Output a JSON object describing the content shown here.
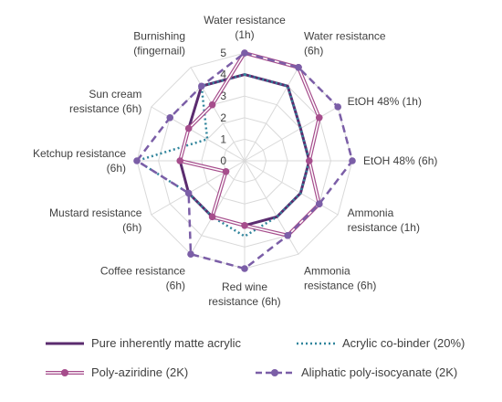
{
  "chart_data": {
    "type": "radar",
    "title": "",
    "rlim": [
      0,
      5
    ],
    "radial_ticks": [
      "0",
      "1",
      "2",
      "3",
      "4",
      "5"
    ],
    "grid": true,
    "legend_position": "bottom",
    "axes": [
      [
        "Water resistance",
        "(1h)"
      ],
      [
        "Water resistance",
        "(6h)"
      ],
      [
        "EtOH 48% (1h)"
      ],
      [
        "EtOH 48% (6h)"
      ],
      [
        "Ammonia",
        "resistance (1h)"
      ],
      [
        "Ammonia",
        "resistance (6h)"
      ],
      [
        "Red wine",
        "resistance (6h)"
      ],
      [
        "Coffee resistance",
        "(6h)"
      ],
      [
        "Mustard resistance",
        "(6h)"
      ],
      [
        "Ketchup resistance",
        "(6h)"
      ],
      [
        "Sun cream",
        "resistance (6h)"
      ],
      [
        "Burnishing",
        "(fingernail)"
      ]
    ],
    "series": [
      {
        "name": "Pure inherently matte acrylic",
        "values": [
          4,
          4,
          3,
          3,
          3,
          3,
          3,
          3,
          3,
          3,
          3,
          4
        ],
        "color": "#5b2c6f",
        "style": "solid"
      },
      {
        "name": "Acrylic co-binder (20%)",
        "values": [
          4,
          4,
          3,
          3,
          3,
          3,
          3.5,
          3,
          3,
          5,
          2,
          4
        ],
        "color": "#31859c",
        "style": "dotted"
      },
      {
        "name": "Poly-aziridine (2K)",
        "values": [
          5,
          5,
          4,
          3,
          4,
          4,
          3,
          3,
          1,
          3,
          3,
          3
        ],
        "color": "#a64d8c",
        "style": "double"
      },
      {
        "name": "Aliphatic poly-isocyanate (2K)",
        "values": [
          5,
          5,
          5,
          5,
          4,
          4,
          5,
          5,
          3,
          5,
          4,
          4
        ],
        "color": "#7b5ea7",
        "style": "dashed"
      }
    ]
  }
}
